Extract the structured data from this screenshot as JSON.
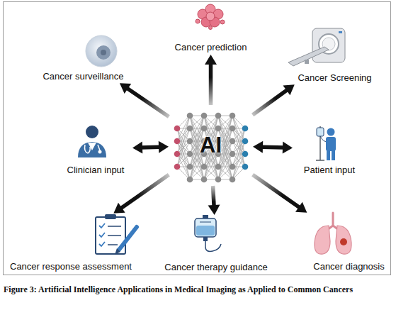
{
  "diagram": {
    "caption": "Figure 3: Artificial Intelligence Applications in Medical Imaging as Applied to Common Cancers",
    "nodes": [
      {
        "text": [
          "Cancer prediction"
        ]
      },
      {
        "text": [
          "Cancer surveillance"
        ]
      },
      {
        "text": [
          "Cancer Screening"
        ]
      },
      {
        "text": [
          "Clinician input"
        ]
      },
      {
        "text": [
          "AI"
        ]
      },
      {
        "text": [
          "Patient input"
        ]
      },
      {
        "text": [
          "Cancer response assessment"
        ]
      },
      {
        "text": [
          "Cancer therapy guidance"
        ]
      },
      {
        "text": [
          "Cancer diagnosis"
        ]
      }
    ],
    "edges": [
      {
        "from": 4,
        "to": 0,
        "arrow": "to"
      },
      {
        "from": 4,
        "to": 1,
        "arrow": "to"
      },
      {
        "from": 4,
        "to": 2,
        "arrow": "to"
      },
      {
        "from": 3,
        "to": 4,
        "arrow": "both"
      },
      {
        "from": 4,
        "to": 5,
        "arrow": "both"
      },
      {
        "from": 4,
        "to": 6,
        "arrow": "to"
      },
      {
        "from": 4,
        "to": 7,
        "arrow": "to"
      },
      {
        "from": 4,
        "to": 8,
        "arrow": "to"
      }
    ]
  }
}
